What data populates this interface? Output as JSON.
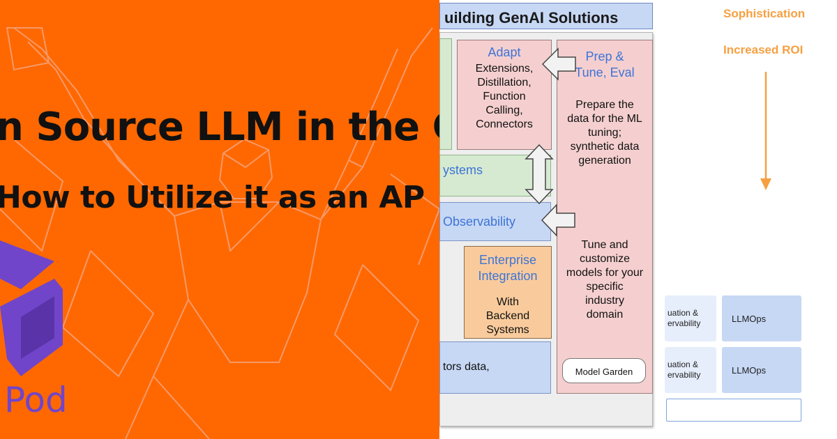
{
  "banner": {
    "title_line1": "n Source LLM in the Cl",
    "title_line2": "How to Utilize it as an AP",
    "brand_text": "Pod",
    "background_color": "#ff6800",
    "brand_color": "#7045c9"
  },
  "diagram": {
    "header": "uilding GenAI Solutions",
    "adapt": {
      "title": "Adapt",
      "body": [
        "Extensions,",
        "Distillation,",
        "Function",
        "Calling,",
        "Connectors"
      ]
    },
    "prep": {
      "title": [
        "Prep &",
        "Tune, Eval"
      ],
      "body1": [
        "Prepare the",
        "data for the ML",
        "tuning;",
        "synthetic data",
        "generation"
      ],
      "body2": [
        "Tune and",
        "customize",
        "models for your",
        "specific",
        "industry",
        "domain"
      ],
      "model_garden": "Model Garden"
    },
    "systems_label": "ystems",
    "observability_label": "Observability",
    "enterprise": {
      "title": [
        "Enterprise",
        "Integration"
      ],
      "body": [
        "With",
        "Backend",
        "Systems"
      ]
    },
    "bottom_text": "tors  data,",
    "right": {
      "label_sophistication": "Sophistication",
      "label_roi": "Increased ROI",
      "tiles": [
        {
          "left_text": [
            "uation &",
            "ervability"
          ],
          "right_text": "LLMOps"
        },
        {
          "left_text": [
            "uation &",
            "ervability"
          ],
          "right_text": "LLMOps"
        }
      ]
    },
    "colors": {
      "blue_box": "#c7d8f5",
      "pink_box": "#f5cfcf",
      "green_box": "#d6ead1",
      "orange_box": "#f9cb9c",
      "blue_title": "#3d74d6",
      "orange_label": "#f6a041"
    }
  }
}
